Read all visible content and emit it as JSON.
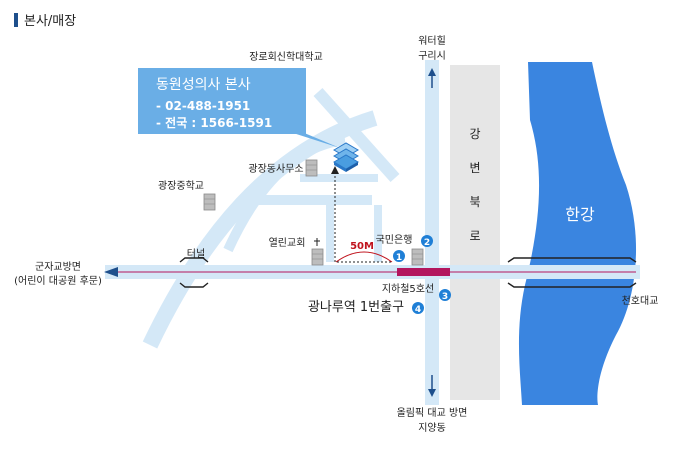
{
  "header": {
    "title": "본사/매장"
  },
  "callout": {
    "name": "동원성의사 본사",
    "phone1": "- 02-488-1951",
    "phone2": "- 전국 : 1566-1591"
  },
  "labels": {
    "school_top": "장로회신학대학교",
    "office": "광장동사무소",
    "middle_school": "광장중학교",
    "church": "열린교회",
    "bank": "국민은행",
    "distance": "50M",
    "tunnel": "터널",
    "west_line1": "군자교방면",
    "west_line2": "(어린이 대공원 후문)",
    "north_line1": "워터힐",
    "north_line2": "구리시",
    "river_road": [
      "강",
      "변",
      "북",
      "로"
    ],
    "river": "한강",
    "bridge": "천호대교",
    "subway_line": "지하철5호선",
    "station": "광나루역 1번출구",
    "south_line1": "올림픽 대교 방면",
    "south_line2": "지양동"
  },
  "exits": [
    "1",
    "2",
    "3",
    "4"
  ],
  "colors": {
    "road": "#d4e8f7",
    "river": "#3a85e0",
    "river_road": "#e6e6e6",
    "accent": "#1f7fd6",
    "rail": "#b3165e",
    "callout": "#6aaee6"
  }
}
